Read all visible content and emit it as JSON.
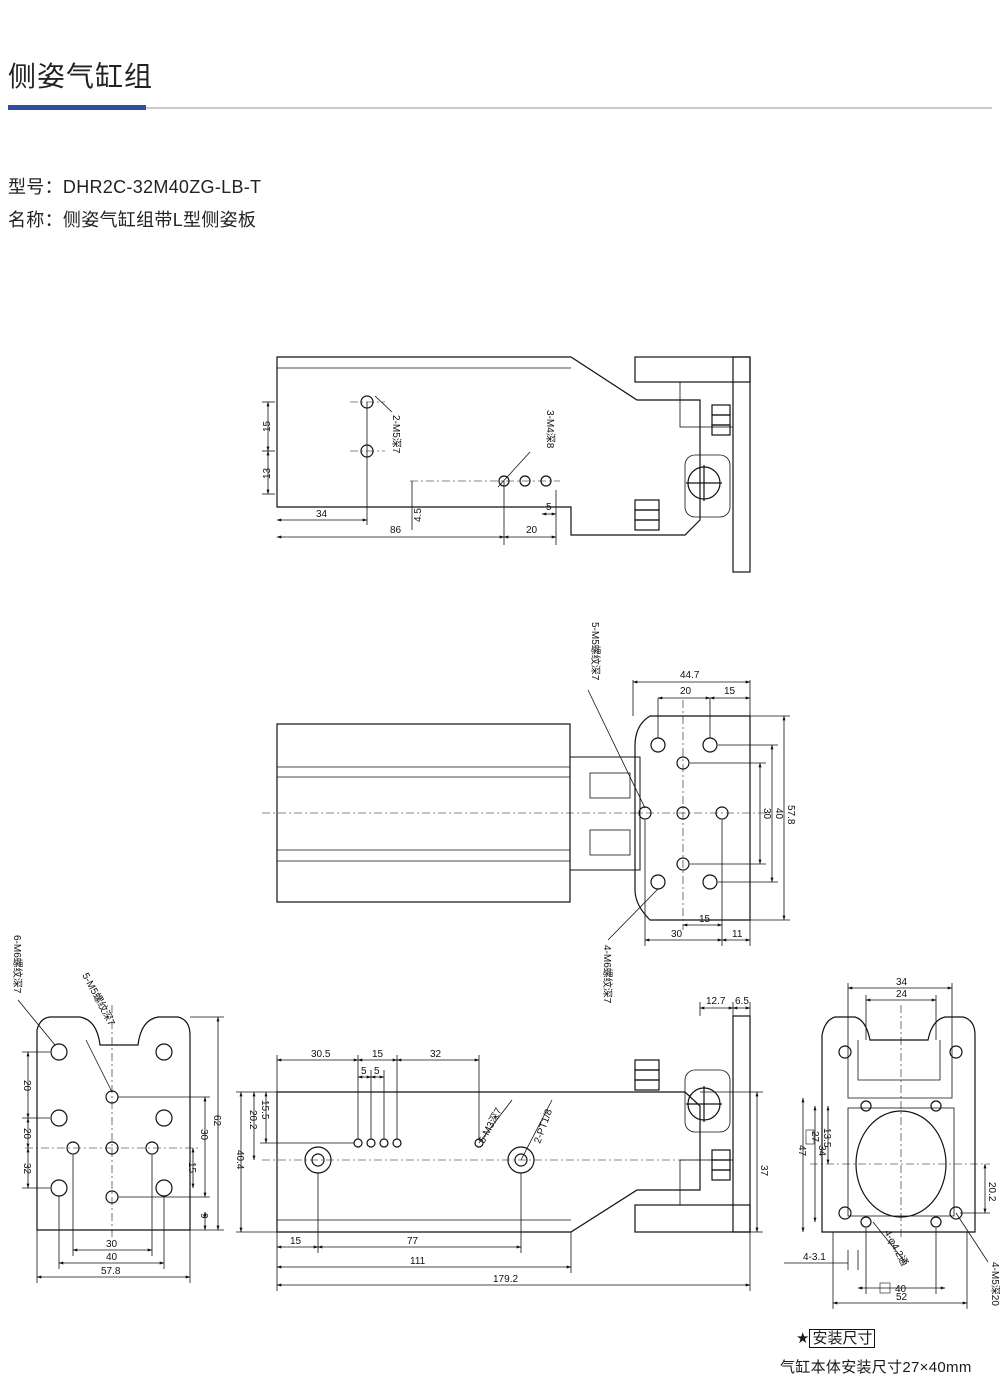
{
  "header": {
    "title": "侧姿气缸组",
    "model_label": "型号：",
    "model_value": "DHR2C-32M40ZG-LB-T",
    "name_label": "名称：",
    "name_value": "侧姿气缸组带L型侧姿板",
    "accent_color": "#2d4f9c",
    "rule_color": "#c9c9c9"
  },
  "view_top": {
    "dims": [
      "15",
      "13",
      "34",
      "86",
      "4.5",
      "20",
      "5"
    ],
    "notes": [
      "2-M5深7",
      "3-M4深8"
    ]
  },
  "view_plan": {
    "dims": [
      "44.7",
      "20",
      "15",
      "57.8",
      "40",
      "30",
      "15",
      "30",
      "11"
    ],
    "notes": [
      "5-M5螺纹深7",
      "4-M6螺纹深7"
    ]
  },
  "view_left": {
    "dims": [
      "20",
      "20",
      "32",
      "30",
      "62",
      "15",
      "9",
      "30",
      "40",
      "57.8"
    ],
    "notes": [
      "6-M6螺纹深7",
      "5-M5螺纹深7"
    ]
  },
  "view_front": {
    "dims": [
      "30.5",
      "15",
      "32",
      "5",
      "5",
      "15.5",
      "20.2",
      "40.4",
      "37",
      "15",
      "77",
      "111",
      "179.2",
      "12.7",
      "6.5"
    ],
    "notes": [
      "5-M3深7",
      "2-PT1/8"
    ]
  },
  "view_right": {
    "dims": [
      "34",
      "24",
      "13.5",
      "27",
      "34",
      "47",
      "20.2",
      "4-3.1",
      "40",
      "52"
    ],
    "notes": [
      "4-φ4.2通",
      "4-M5深20"
    ]
  },
  "footer": {
    "star": "★",
    "install_label": "安装尺寸",
    "install_text": "气缸本体安装尺寸27×40mm"
  }
}
